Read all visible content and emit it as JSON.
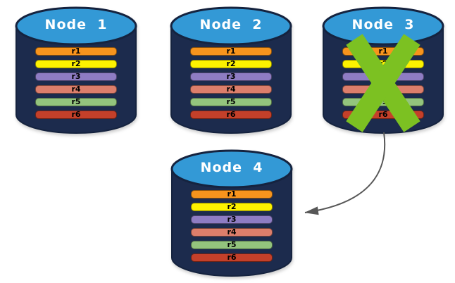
{
  "diagram": {
    "description": "Four database nodes; Node 3 is failed (green X) and its data fails over to Node 4 (curved arrow).",
    "nodes": [
      {
        "label": "Node  1",
        "status": "active"
      },
      {
        "label": "Node  2",
        "status": "active"
      },
      {
        "label": "Node  3",
        "status": "failed"
      },
      {
        "label": "Node  4",
        "status": "active"
      }
    ],
    "rows": [
      {
        "label": "r1",
        "color": "#F7941D"
      },
      {
        "label": "r2",
        "color": "#FDF200"
      },
      {
        "label": "r3",
        "color": "#8E7CC3"
      },
      {
        "label": "r4",
        "color": "#DC7E6B"
      },
      {
        "label": "r5",
        "color": "#93C47D"
      },
      {
        "label": "r6",
        "color": "#C4402A"
      }
    ],
    "colors": {
      "cylinder_body": "#1C2B4D",
      "cylinder_top": "#3399D6",
      "cylinder_outline": "#15233F",
      "fail_x": "#7CC122",
      "arrow": "#575757",
      "row_text": "#000000",
      "title_text": "#FFFFFF"
    }
  }
}
